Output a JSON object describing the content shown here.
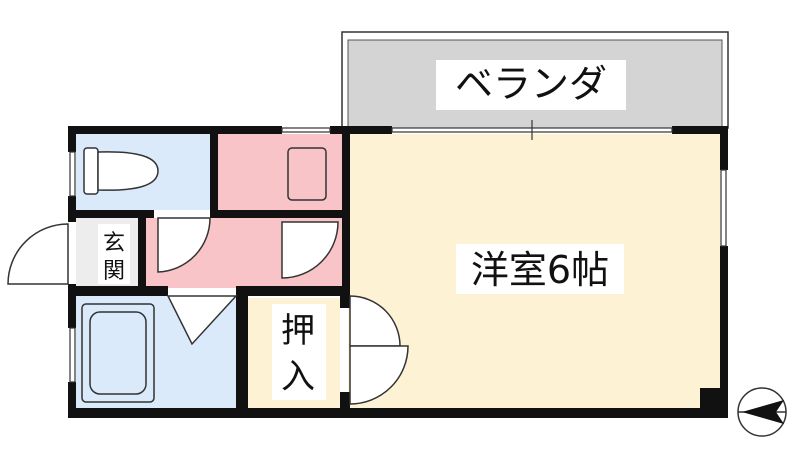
{
  "rooms": {
    "balcony": {
      "label": "ベランダ"
    },
    "western_room": {
      "label": "洋室6帖"
    },
    "entrance": {
      "label_line1": "玄",
      "label_line2": "関"
    },
    "closet": {
      "label_line1": "押",
      "label_line2": "入"
    }
  },
  "colors": {
    "balcony": "#d4d4d4",
    "western_room": "#fdf2d4",
    "toilet_bath": "#dbeafb",
    "kitchen": "#f9c4c7",
    "closet": "#fdf2d4",
    "entrance": "#ededed",
    "wall": "#111111"
  },
  "icons": {
    "toilet": "toilet-icon",
    "bathtub": "bathtub-icon",
    "sink": "sink-icon",
    "north_arrow": "north-arrow-icon"
  }
}
